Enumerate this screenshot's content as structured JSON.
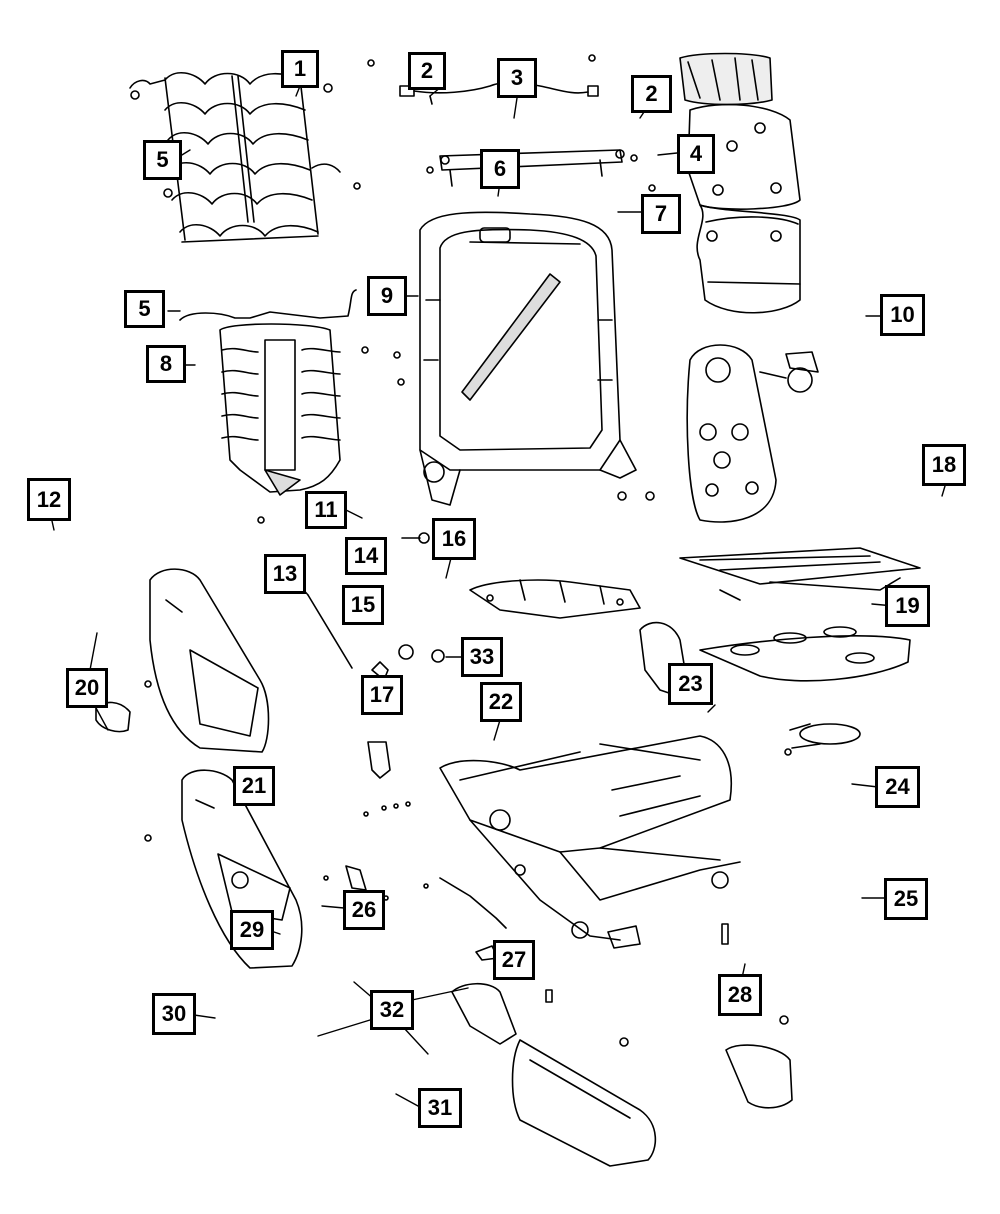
{
  "diagram": {
    "callouts": [
      {
        "id": "c1",
        "label": "1"
      },
      {
        "id": "c2a",
        "label": "2"
      },
      {
        "id": "c2b",
        "label": "2"
      },
      {
        "id": "c3",
        "label": "3"
      },
      {
        "id": "c4",
        "label": "4"
      },
      {
        "id": "c5a",
        "label": "5"
      },
      {
        "id": "c5b",
        "label": "5"
      },
      {
        "id": "c6",
        "label": "6"
      },
      {
        "id": "c7",
        "label": "7"
      },
      {
        "id": "c8",
        "label": "8"
      },
      {
        "id": "c9",
        "label": "9"
      },
      {
        "id": "c10",
        "label": "10"
      },
      {
        "id": "c11",
        "label": "11"
      },
      {
        "id": "c12",
        "label": "12"
      },
      {
        "id": "c13",
        "label": "13"
      },
      {
        "id": "c14",
        "label": "14"
      },
      {
        "id": "c15",
        "label": "15"
      },
      {
        "id": "c16",
        "label": "16"
      },
      {
        "id": "c17",
        "label": "17"
      },
      {
        "id": "c18",
        "label": "18"
      },
      {
        "id": "c19",
        "label": "19"
      },
      {
        "id": "c20",
        "label": "20"
      },
      {
        "id": "c21",
        "label": "21"
      },
      {
        "id": "c22",
        "label": "22"
      },
      {
        "id": "c23",
        "label": "23"
      },
      {
        "id": "c24",
        "label": "24"
      },
      {
        "id": "c25",
        "label": "25"
      },
      {
        "id": "c26",
        "label": "26"
      },
      {
        "id": "c27",
        "label": "27"
      },
      {
        "id": "c28",
        "label": "28"
      },
      {
        "id": "c29",
        "label": "29"
      },
      {
        "id": "c30",
        "label": "30"
      },
      {
        "id": "c31",
        "label": "31"
      },
      {
        "id": "c32",
        "label": "32"
      },
      {
        "id": "c33",
        "label": "33"
      }
    ]
  }
}
